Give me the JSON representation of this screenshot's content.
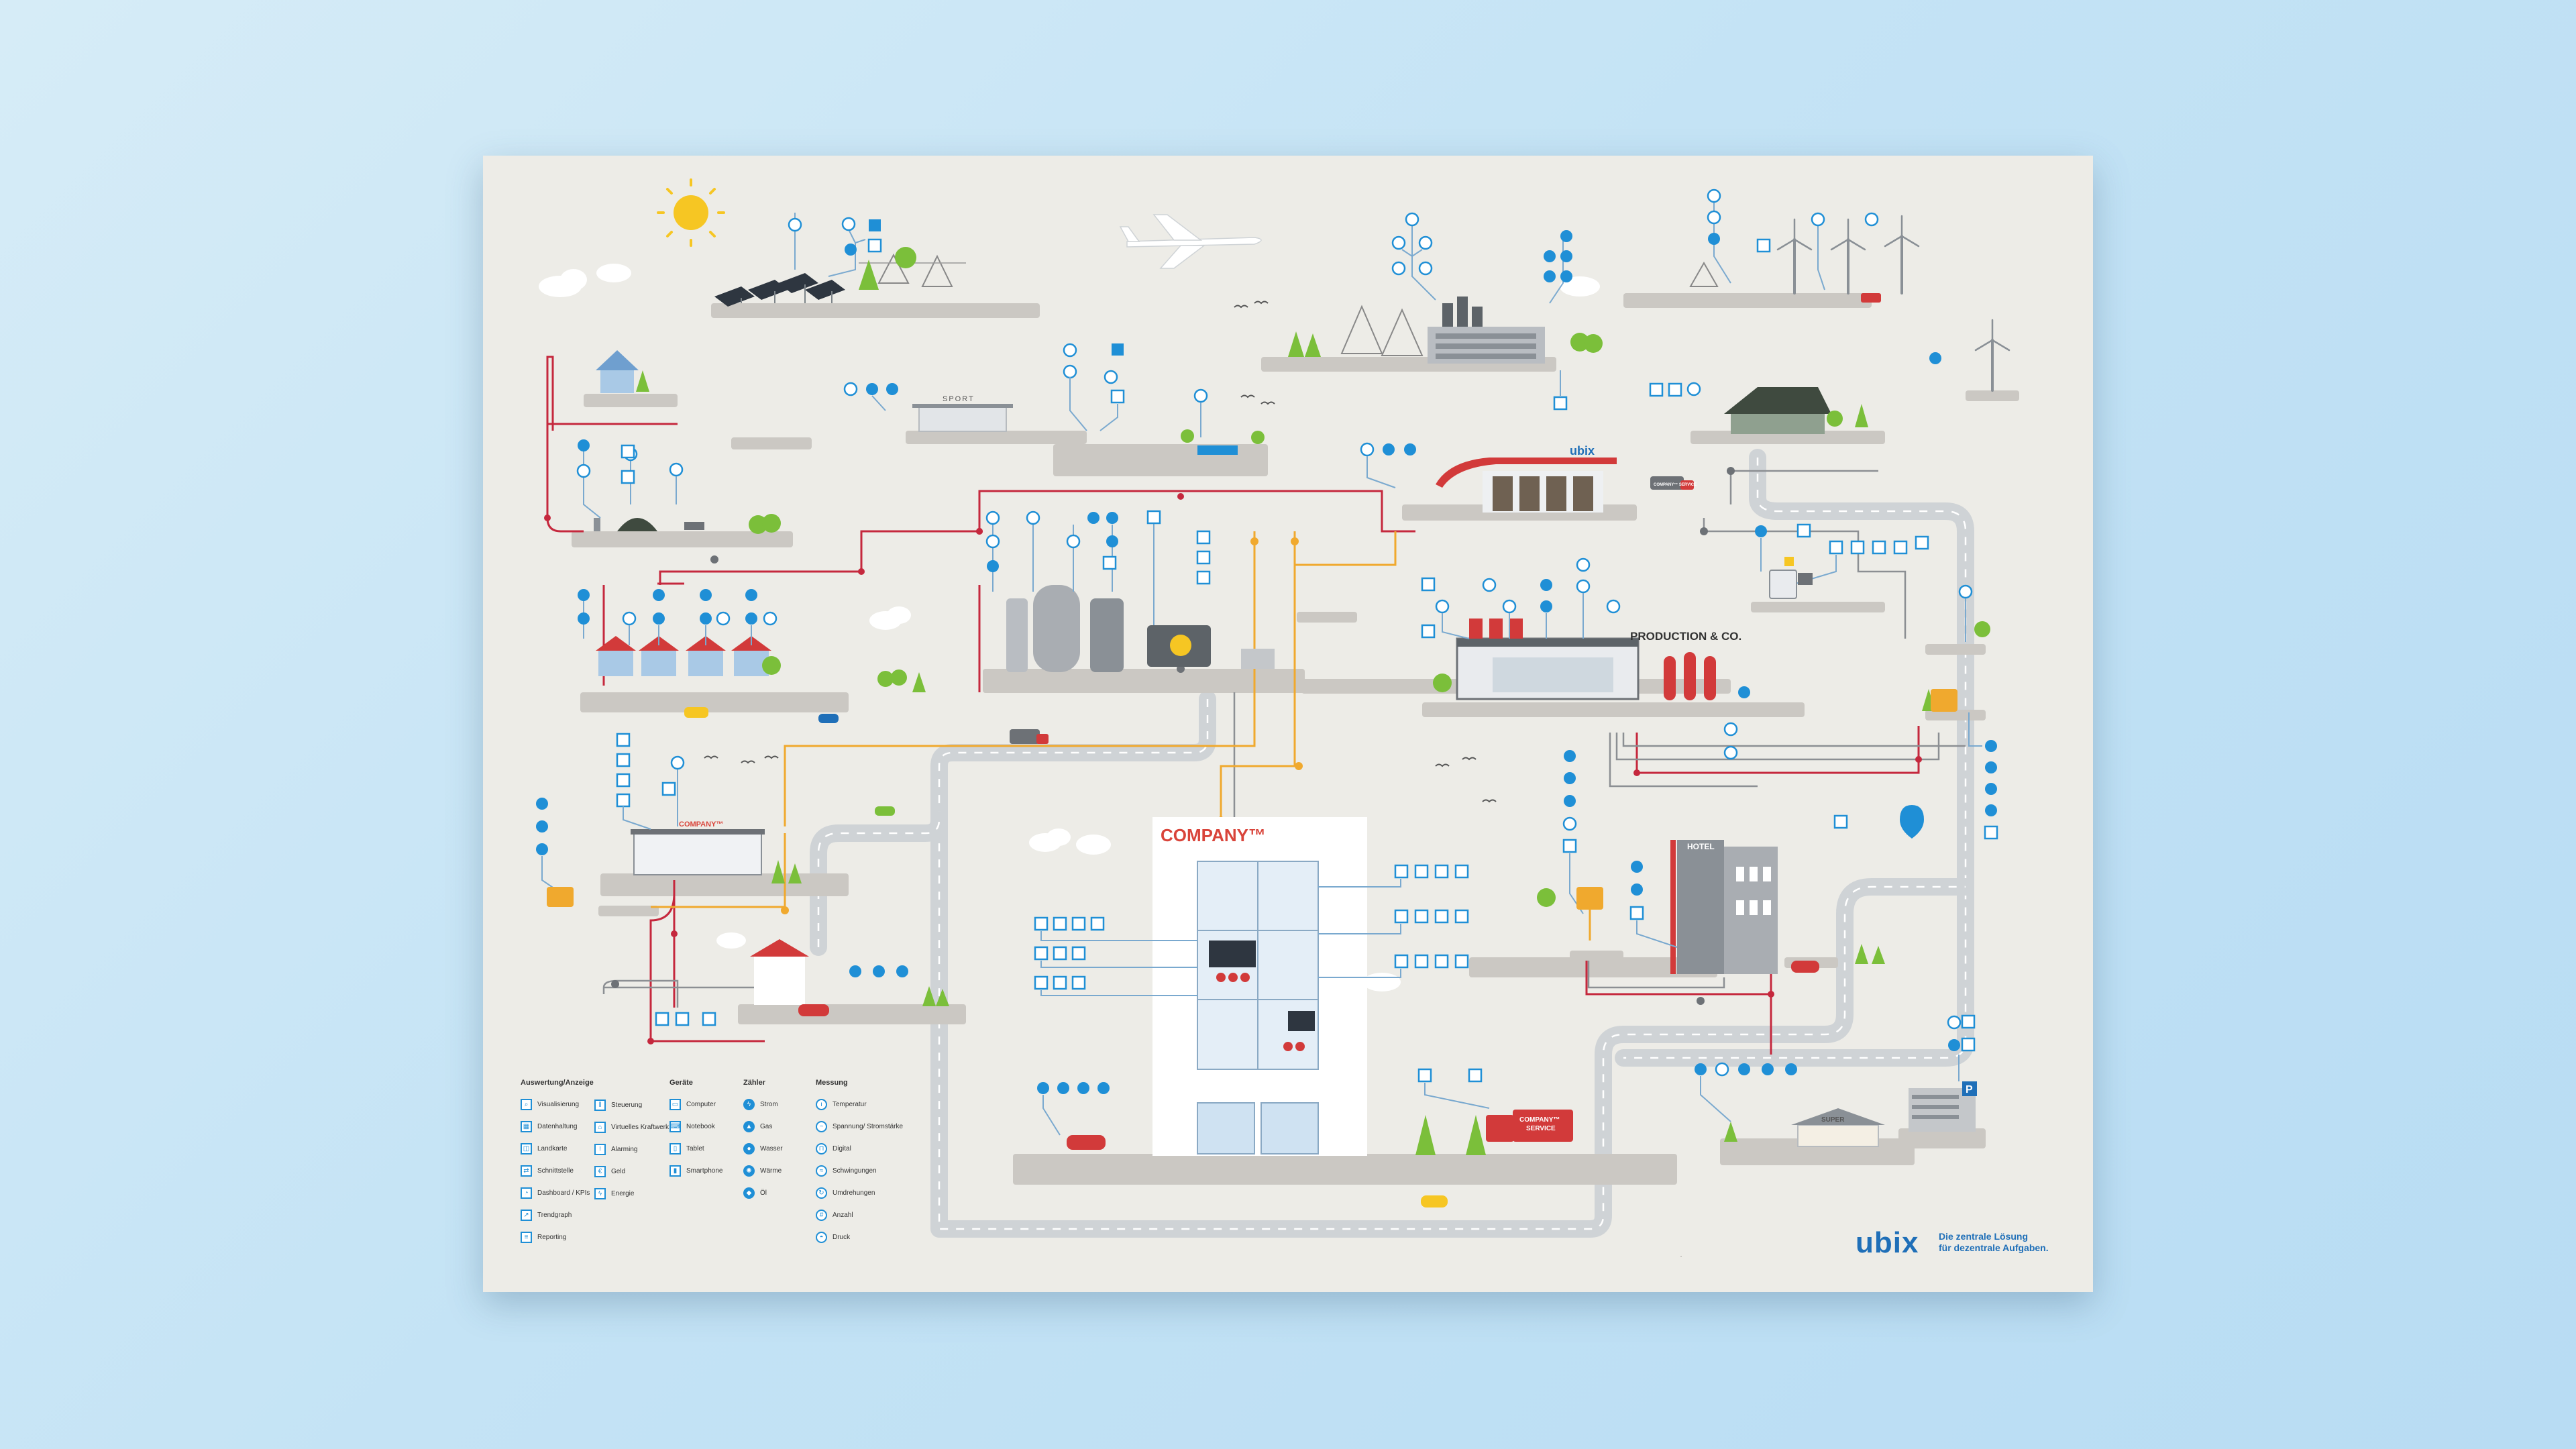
{
  "poster": {
    "signs": {
      "company_tower": "COMPANY™",
      "company_shop": "COMPANY™",
      "production": "PRODUCTION & CO.",
      "hotel": "HOTEL",
      "sport": "SPORT",
      "ubix_station": "ubix",
      "super": "SUPER",
      "parking": "P",
      "service_van": "COMPANY™ SERVICE",
      "service_truck_line1": "COMPANY™",
      "service_truck_line2": "SERVICE"
    },
    "legend": {
      "col1_title": "Auswertung/Anzeige",
      "col1_items": [
        {
          "icon": "magnifier-icon",
          "label": "Visualisierung"
        },
        {
          "icon": "grid-icon",
          "label": "Datenhaltung"
        },
        {
          "icon": "map-icon",
          "label": "Landkarte"
        },
        {
          "icon": "interface-icon",
          "label": "Schnittstelle"
        },
        {
          "icon": "dashboard-icon",
          "label": "Dashboard / KPIs"
        },
        {
          "icon": "trendgraph-icon",
          "label": "Trendgraph"
        },
        {
          "icon": "reporting-icon",
          "label": "Reporting"
        }
      ],
      "col2_items": [
        {
          "icon": "sliders-icon",
          "label": "Steuerung"
        },
        {
          "icon": "virtual-plant-icon",
          "label": "Virtuelles Kraftwerk"
        },
        {
          "icon": "alarm-icon",
          "label": "Alarming"
        },
        {
          "icon": "money-icon",
          "label": "Geld"
        },
        {
          "icon": "energy-icon",
          "label": "Energie"
        }
      ],
      "col3_title": "Geräte",
      "col3_items": [
        {
          "icon": "computer-icon",
          "label": "Computer"
        },
        {
          "icon": "notebook-icon",
          "label": "Notebook"
        },
        {
          "icon": "tablet-icon",
          "label": "Tablet"
        },
        {
          "icon": "smartphone-icon",
          "label": "Smartphone"
        }
      ],
      "col4_title": "Zähler",
      "col4_items": [
        {
          "icon": "power-icon",
          "label": "Strom"
        },
        {
          "icon": "gas-icon",
          "label": "Gas"
        },
        {
          "icon": "water-icon",
          "label": "Wasser"
        },
        {
          "icon": "heat-icon",
          "label": "Wärme"
        },
        {
          "icon": "oil-icon",
          "label": "Öl"
        }
      ],
      "col5_title": "Messung",
      "col5_items": [
        {
          "icon": "thermometer-icon",
          "label": "Temperatur"
        },
        {
          "icon": "voltage-icon",
          "label": "Spannung/ Stromstärke"
        },
        {
          "icon": "digital-icon",
          "label": "Digital"
        },
        {
          "icon": "vibration-icon",
          "label": "Schwingungen"
        },
        {
          "icon": "rotation-icon",
          "label": "Umdrehungen"
        },
        {
          "icon": "count-icon",
          "label": "Anzahl"
        },
        {
          "icon": "pressure-icon",
          "label": "Druck"
        }
      ]
    },
    "brand": {
      "logo": "ubix",
      "tagline_line1": "Die zentrale Lösung",
      "tagline_line2": "für dezentrale Aufgaben."
    },
    "colors": {
      "background": "#edece7",
      "accent_blue": "#1f8fd6",
      "brand_blue": "#1f6fb8",
      "network_red": "#c5283d",
      "network_orange": "#f0a92e",
      "network_grey": "#8c8f93",
      "road": "#cfd3d6",
      "tree_green": "#7bbf3a"
    }
  }
}
